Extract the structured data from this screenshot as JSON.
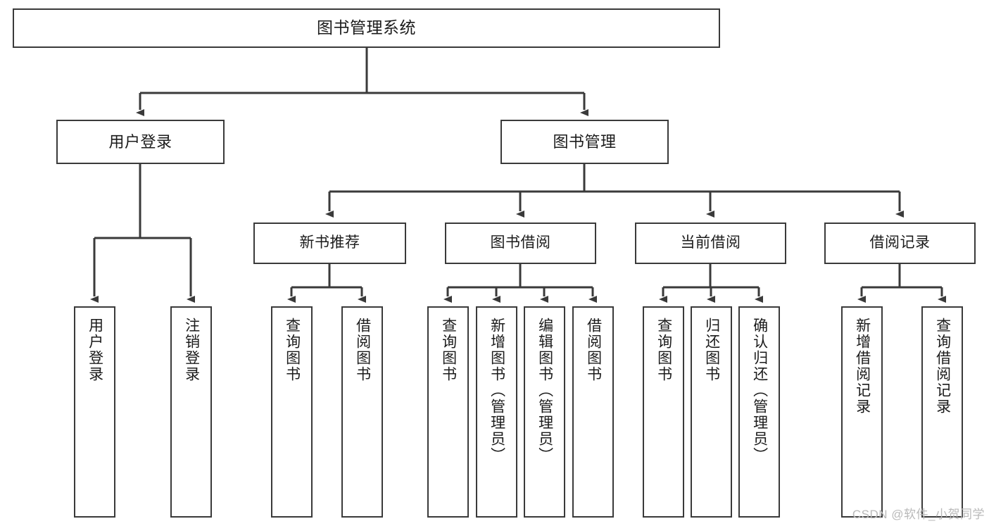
{
  "diagram": {
    "title": "图书管理系统",
    "type": "hierarchy-tree",
    "watermark": "CSDN @软件_小贺同学",
    "line_color": "#3a3a3a",
    "box_fill": "#ffffff",
    "text_color": "#1b1b1b",
    "watermark_color": "#b9b9b9"
  },
  "nodes": {
    "root": {
      "label": "图书管理系统"
    },
    "level1": [
      {
        "label": "用户登录"
      },
      {
        "label": "图书管理"
      }
    ],
    "level2": [
      {
        "label": "新书推荐"
      },
      {
        "label": "图书借阅"
      },
      {
        "label": "当前借阅"
      },
      {
        "label": "借阅记录"
      }
    ],
    "leaves": {
      "user_login": [
        {
          "label": "用户登录"
        },
        {
          "label": "注销登录"
        }
      ],
      "new_book_recommend": [
        {
          "label": "查询图书"
        },
        {
          "label": "借阅图书"
        }
      ],
      "book_borrow": [
        {
          "label": "查询图书"
        },
        {
          "label": "新增图书（管理员）"
        },
        {
          "label": "编辑图书（管理员）"
        },
        {
          "label": "借阅图书"
        }
      ],
      "current_borrow": [
        {
          "label": "查询图书"
        },
        {
          "label": "归还图书"
        },
        {
          "label": "确认归还（管理员）"
        }
      ],
      "borrow_record": [
        {
          "label": "新增借阅记录"
        },
        {
          "label": "查询借阅记录"
        }
      ]
    }
  }
}
